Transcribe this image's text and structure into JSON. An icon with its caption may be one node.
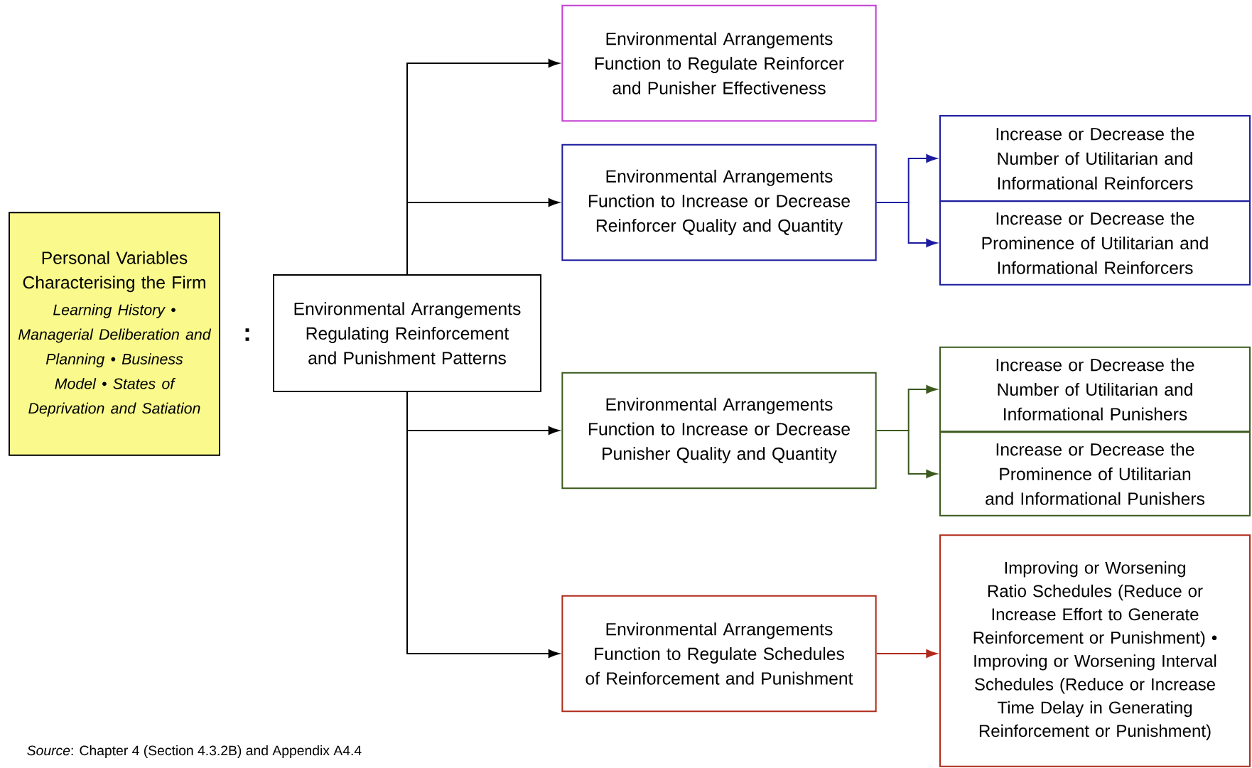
{
  "diagram": {
    "caption": "*Source*: Chapter 4 (Section 4.3.2B) and Appendix A4.4",
    "nodes": [
      {
        "text": [
          "Personal Variables Characterising the Firm",
          "Learning History • Managerial Deliberation and Planning • Business Model • States of Deprivation and Satiation"
        ]
      },
      {
        "text": [
          "Environmental Arrangements Regulating Reinforcement and Punishment Patterns"
        ]
      },
      {
        "text": [
          "Environmental Arrangements Function to Regulate Reinforcer and Punisher Effectiveness"
        ]
      },
      {
        "text": [
          "Environmental Arrangements Function to Increase or Decrease Reinforcer Quality and Quantity"
        ]
      },
      {
        "text": [
          "Increase or Decrease the Number of Utilitarian and Informational Reinforcers"
        ]
      },
      {
        "text": [
          "Increase or Decrease the Prominence of Utilitarian and Informational Reinforcers"
        ]
      },
      {
        "text": [
          "Environmental Arrangements Function to Increase or Decrease Punisher Quality and Quantity"
        ]
      },
      {
        "text": [
          "Increase or Decrease the Number of Utilitarian and Informational Punishers"
        ]
      },
      {
        "text": [
          "Increase or Decrease the Prominence of Utilitarian and Informational Punishers"
        ]
      },
      {
        "text": [
          "Environmental Arrangements Function to Regulate Schedules of Reinforcement and Punishment"
        ]
      },
      {
        "text": [
          "Improving or Worsening Ratio Schedules (Reduce or Increase Effort to Generate Reinforcement or Punishment) • Improving or Worsening Interval Schedules (Reduce or Increase Time Delay in Generating Reinforcement or Punishment)"
        ]
      }
    ],
    "edges": [
      {
        "from": 1,
        "to": 2,
        "arrow": "to"
      },
      {
        "from": 1,
        "to": 3,
        "arrow": "to"
      },
      {
        "from": 1,
        "to": 6,
        "arrow": "to"
      },
      {
        "from": 1,
        "to": 9,
        "arrow": "to"
      },
      {
        "from": 3,
        "to": 4,
        "arrow": "to",
        "color": "#1c1ca0"
      },
      {
        "from": 3,
        "to": 5,
        "arrow": "to",
        "color": "#1c1ca0"
      },
      {
        "from": 6,
        "to": 7,
        "arrow": "to",
        "color": "#3b5a1e"
      },
      {
        "from": 6,
        "to": 8,
        "arrow": "to",
        "color": "#3b5a1e"
      },
      {
        "from": 9,
        "to": 10,
        "arrow": "to",
        "color": "#b02a1a"
      }
    ],
    "labels": [
      ":"
    ]
  }
}
